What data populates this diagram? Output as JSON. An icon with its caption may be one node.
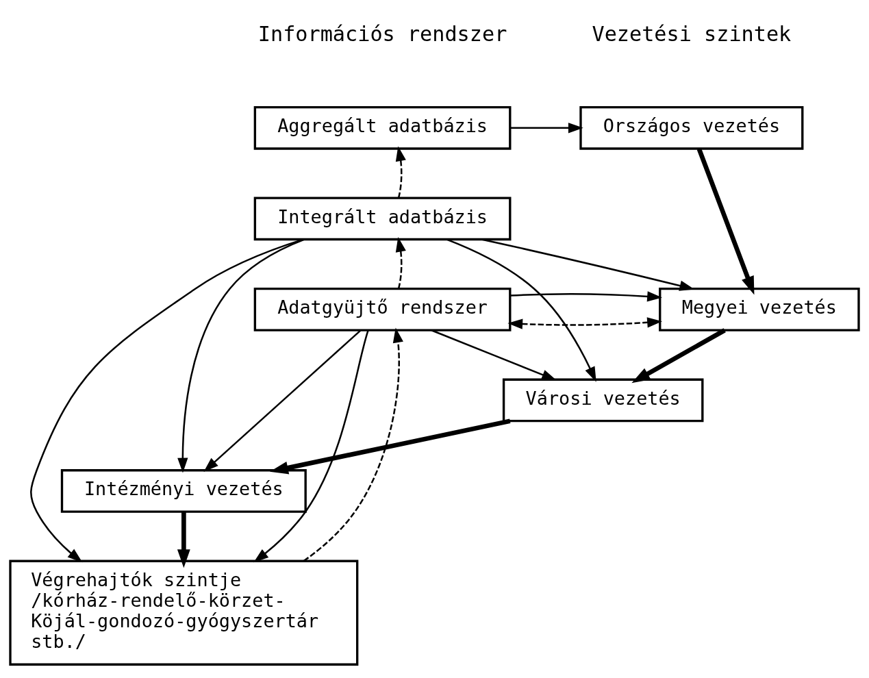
{
  "diagram": {
    "nodes": [
      {
        "text": [
          "Aggregált adatbázis"
        ]
      },
      {
        "text": [
          "Országos vezetés"
        ]
      },
      {
        "text": [
          "Integrált adatbázis"
        ]
      },
      {
        "text": [
          "Adatgyüjtő rendszer"
        ]
      },
      {
        "text": [
          "Megyei vezetés"
        ]
      },
      {
        "text": [
          "Városi vezetés"
        ]
      },
      {
        "text": [
          "Intézményi vezetés"
        ]
      },
      {
        "text": [
          "Végrehajtók szintje /kórház-rendelő-körzet-Köjál-gondozó-gyógyszertár stb./"
        ]
      }
    ],
    "edges": [
      {
        "from": 0,
        "to": 1,
        "arrow": "to"
      },
      {
        "from": 2,
        "to": 0,
        "arrow": "to",
        "style": "dashed"
      },
      {
        "from": 3,
        "to": 2,
        "arrow": "to",
        "style": "dashed"
      },
      {
        "from": 3,
        "to": 4,
        "arrow": "both",
        "style": "dashed"
      },
      {
        "from": 1,
        "to": 4,
        "arrow": "to",
        "style": "thick"
      },
      {
        "from": 4,
        "to": 5,
        "arrow": "to",
        "style": "thick"
      },
      {
        "from": 5,
        "to": 6,
        "arrow": "to",
        "style": "thick"
      },
      {
        "from": 6,
        "to": 7,
        "arrow": "to",
        "style": "thick"
      },
      {
        "from": 7,
        "to": 3,
        "arrow": "to",
        "style": "dashed"
      },
      {
        "from": 2,
        "to": 7,
        "arrow": "to"
      },
      {
        "from": 3,
        "to": 7,
        "arrow": "to"
      },
      {
        "from": 2,
        "to": 4,
        "arrow": "to"
      },
      {
        "from": 2,
        "to": 5,
        "arrow": "to"
      },
      {
        "from": 2,
        "to": 6,
        "arrow": "to"
      },
      {
        "from": 3,
        "to": 4,
        "arrow": "to"
      },
      {
        "from": 3,
        "to": 5,
        "arrow": "to"
      },
      {
        "from": 3,
        "to": 6,
        "arrow": "to"
      }
    ],
    "labels": [
      "Információs rendszer",
      "Vezetési szintek"
    ]
  }
}
